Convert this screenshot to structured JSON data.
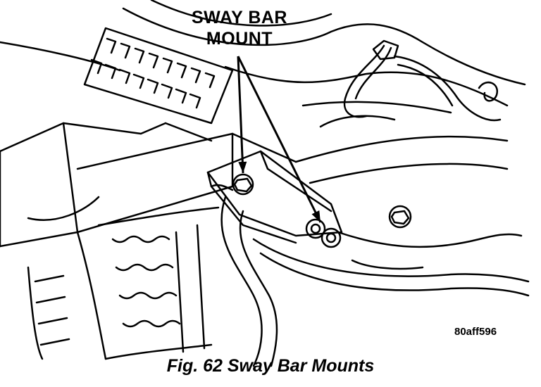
{
  "callout": {
    "line1": "SWAY BAR",
    "line2": "MOUNT"
  },
  "figure_code": "80aff596",
  "caption": "Fig. 62 Sway Bar Mounts",
  "colors": {
    "ink": "#000000",
    "paper": "#ffffff"
  }
}
